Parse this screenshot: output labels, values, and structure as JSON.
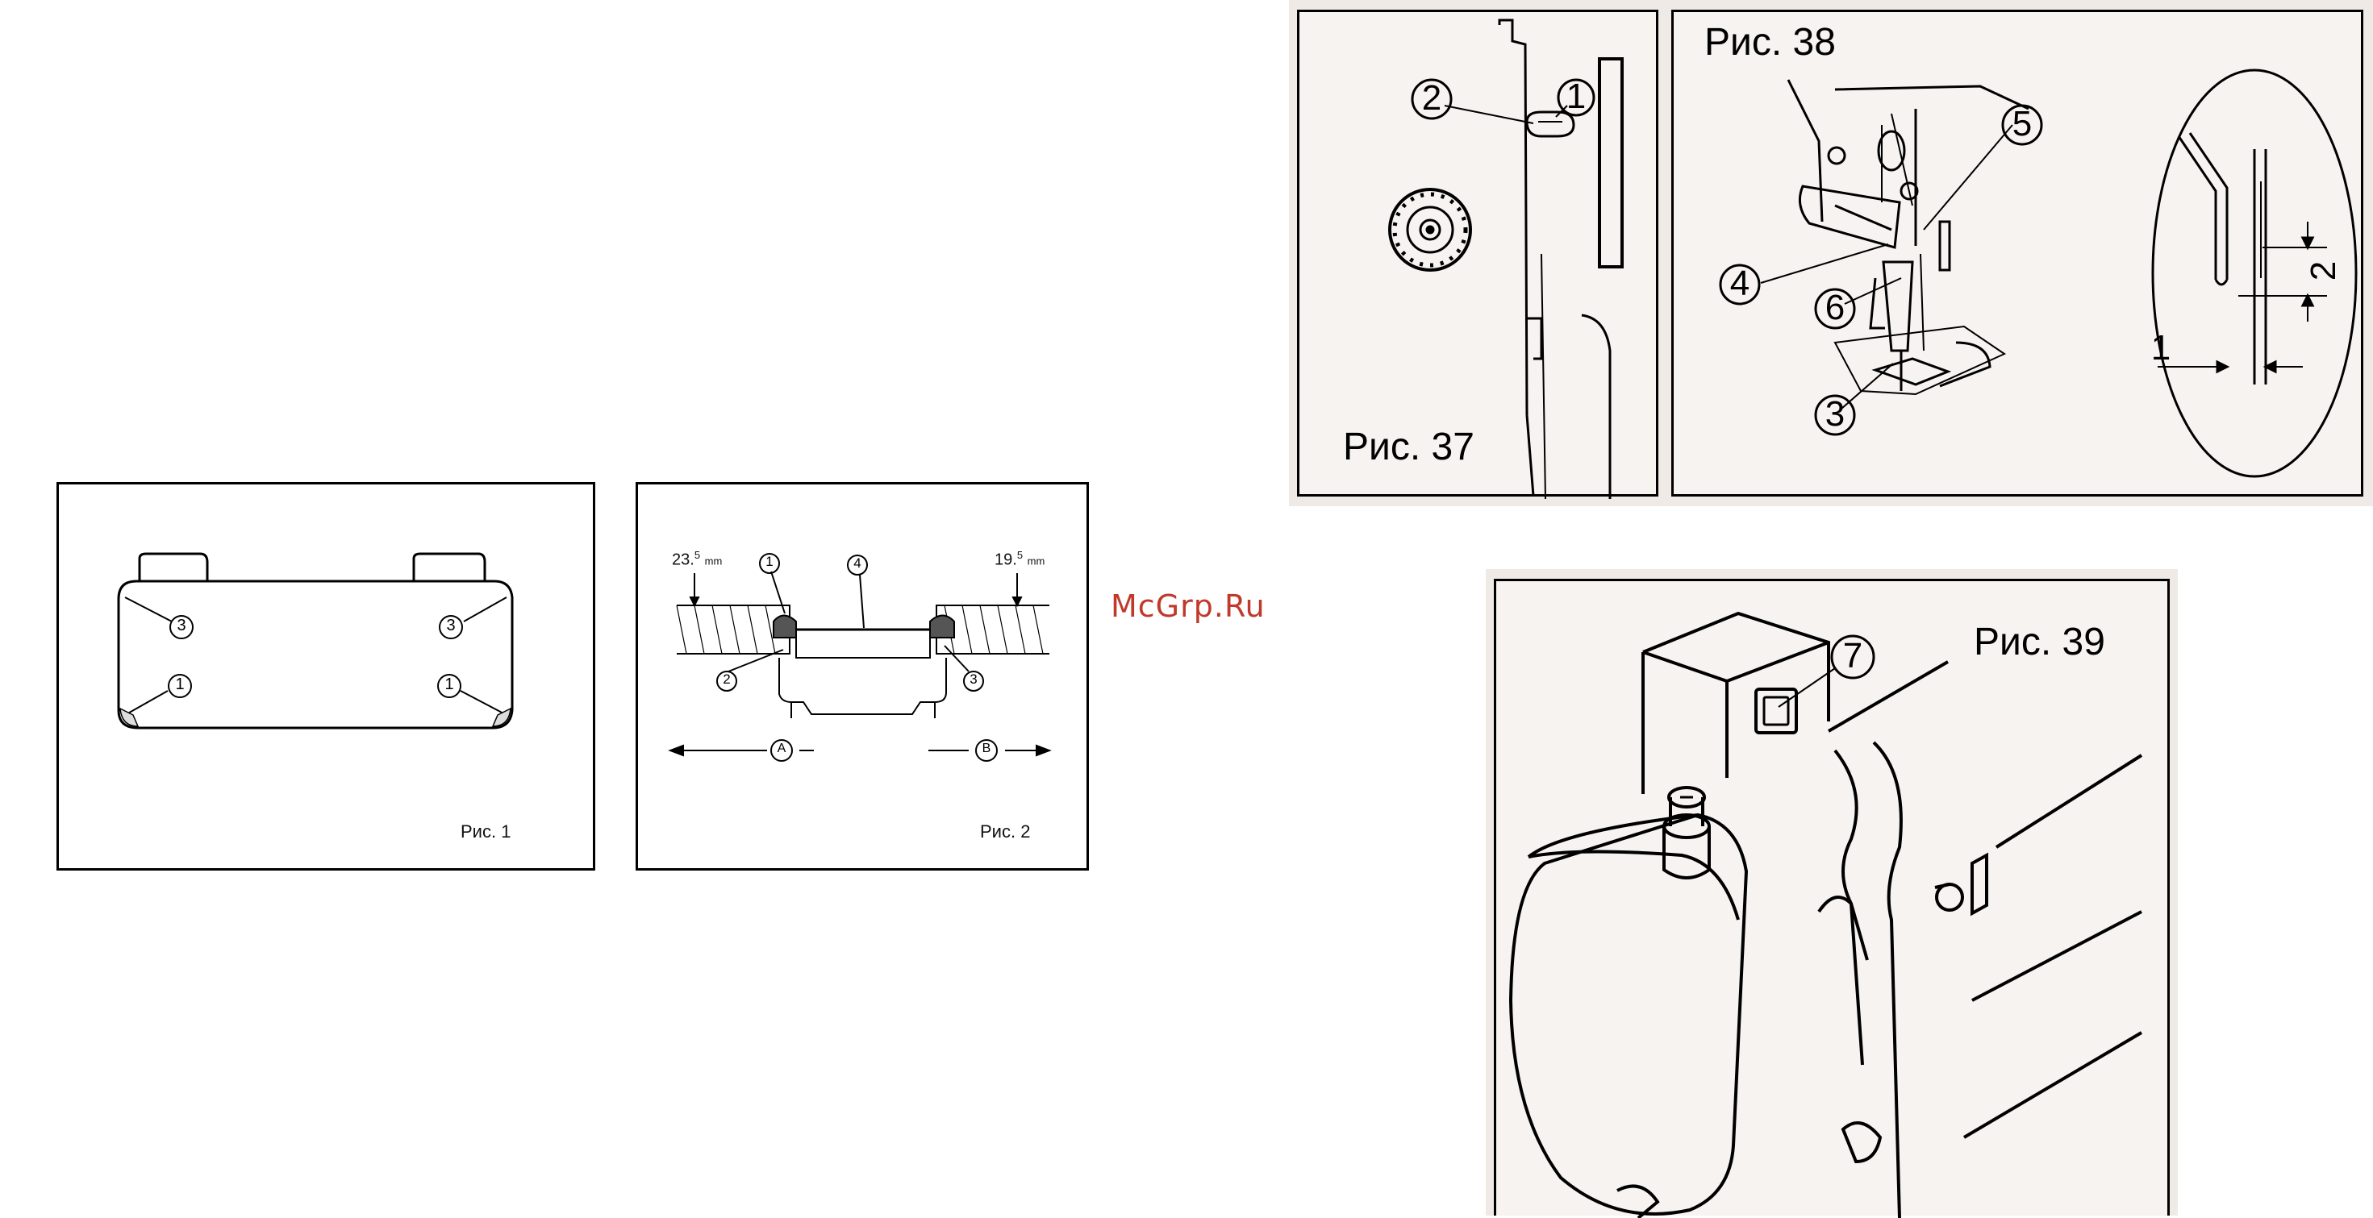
{
  "watermark": "McGrp.Ru",
  "fig1": {
    "caption": "Рис. 1",
    "labels": [
      "3",
      "3",
      "1",
      "1"
    ]
  },
  "fig2": {
    "caption": "Рис. 2",
    "dim_left_value": "23.",
    "dim_left_sup": "5",
    "dim_left_unit": "mm",
    "dim_right_value": "19.",
    "dim_right_sup": "5",
    "dim_right_unit": "mm",
    "labels": [
      "1",
      "4",
      "2",
      "3"
    ],
    "arrow_left_label": "A",
    "arrow_right_label": "B"
  },
  "fig37": {
    "caption": "Рис. 37",
    "labels": [
      "2",
      "1"
    ]
  },
  "fig38": {
    "caption": "Рис. 38",
    "labels": [
      "5",
      "4",
      "6",
      "3"
    ],
    "detail_labels": [
      "2",
      "1"
    ]
  },
  "fig39": {
    "caption": "Рис. 39",
    "labels": [
      "7"
    ]
  },
  "colors": {
    "line": "#000000",
    "panel_bg": "#efeae6",
    "watermark": "#c0392b"
  }
}
